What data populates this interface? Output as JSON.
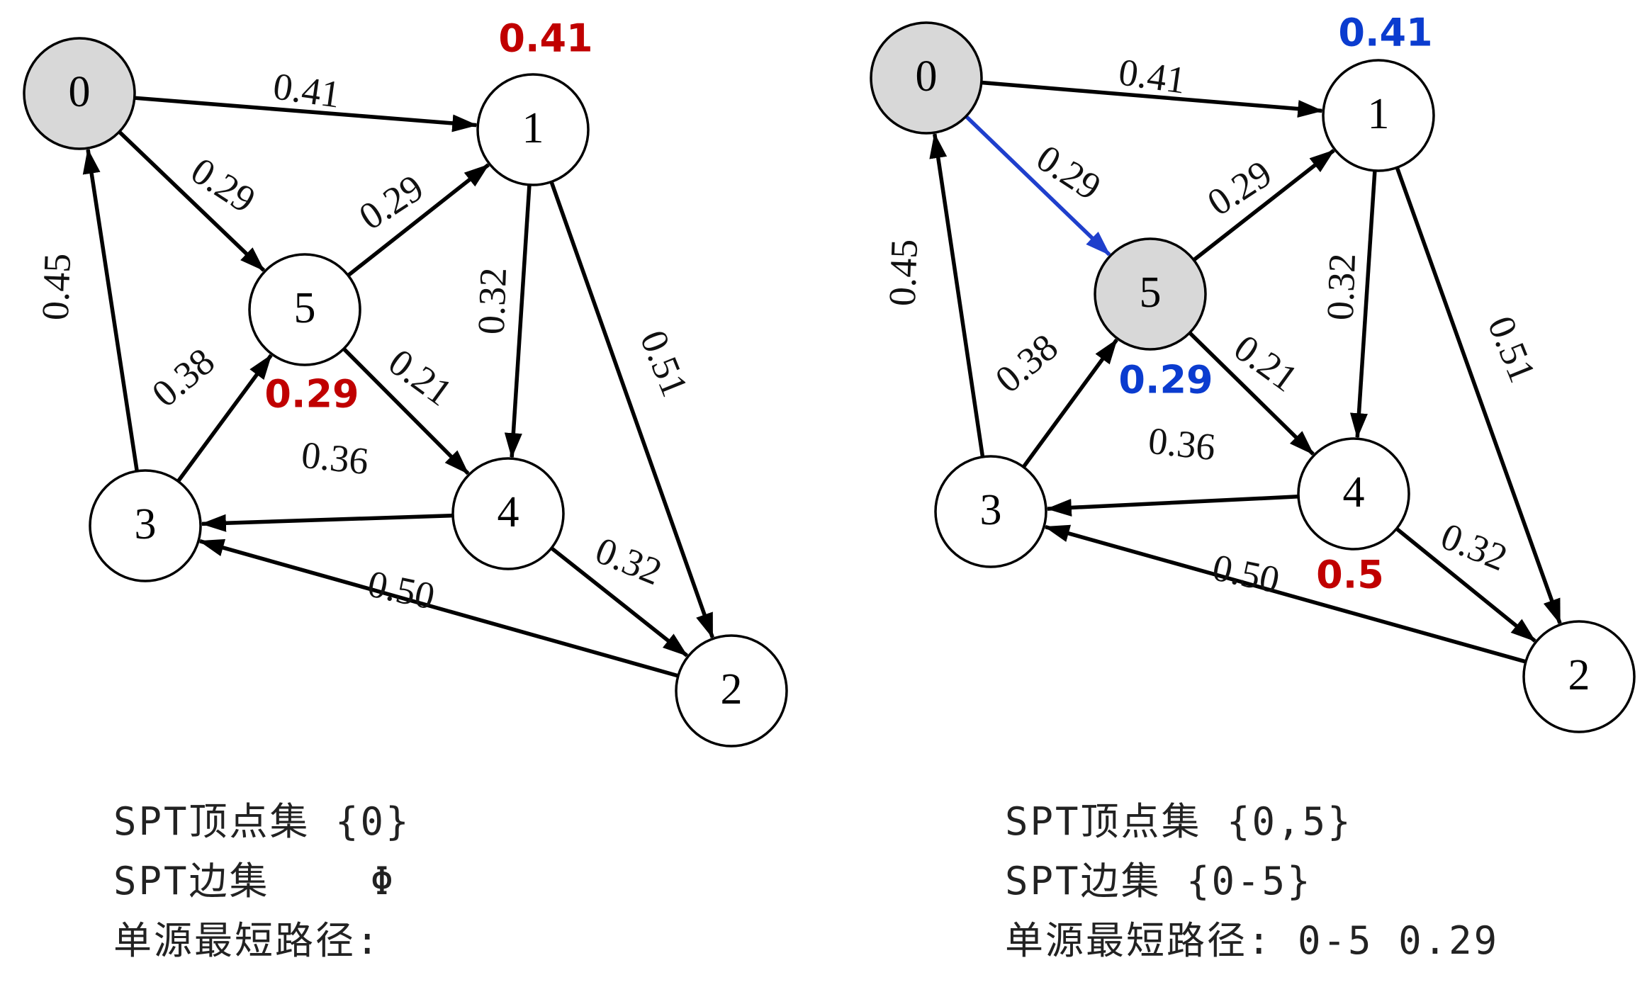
{
  "colors": {
    "node_fill": "#ffffff",
    "visited_fill": "#d8d8d8",
    "edge": "#000000",
    "spt_edge": "#1f3fcc",
    "dist_new": "#c00000",
    "dist_settled": "#0b3ccf"
  },
  "panels": [
    {
      "nodes": [
        {
          "id": "0",
          "visited": true
        },
        {
          "id": "1",
          "visited": false
        },
        {
          "id": "2",
          "visited": false
        },
        {
          "id": "3",
          "visited": false
        },
        {
          "id": "4",
          "visited": false
        },
        {
          "id": "5",
          "visited": false
        }
      ],
      "edges": [
        {
          "from": "0",
          "to": "1",
          "weight": "0.41",
          "spt": false
        },
        {
          "from": "0",
          "to": "5",
          "weight": "0.29",
          "spt": false
        },
        {
          "from": "5",
          "to": "1",
          "weight": "0.29",
          "spt": false
        },
        {
          "from": "1",
          "to": "4",
          "weight": "0.32",
          "spt": false
        },
        {
          "from": "1",
          "to": "2",
          "weight": "0.51",
          "spt": false
        },
        {
          "from": "5",
          "to": "4",
          "weight": "0.21",
          "spt": false
        },
        {
          "from": "3",
          "to": "5",
          "weight": "0.38",
          "spt": false
        },
        {
          "from": "3",
          "to": "0",
          "weight": "0.45",
          "spt": false
        },
        {
          "from": "4",
          "to": "3",
          "weight": "0.36",
          "spt": false
        },
        {
          "from": "4",
          "to": "2",
          "weight": "0.32",
          "spt": false
        },
        {
          "from": "2",
          "to": "3",
          "weight": "0.50",
          "spt": false
        }
      ],
      "distances": [
        {
          "node": "1",
          "value": "0.41",
          "status": "new"
        },
        {
          "node": "5",
          "value": "0.29",
          "status": "new"
        }
      ],
      "info": {
        "vertex_set": "SPT顶点集 {0}",
        "edge_set": "SPT边集    Φ",
        "paths": "单源最短路径:"
      }
    },
    {
      "nodes": [
        {
          "id": "0",
          "visited": true
        },
        {
          "id": "1",
          "visited": false
        },
        {
          "id": "2",
          "visited": false
        },
        {
          "id": "3",
          "visited": false
        },
        {
          "id": "4",
          "visited": false
        },
        {
          "id": "5",
          "visited": true
        }
      ],
      "edges": [
        {
          "from": "0",
          "to": "1",
          "weight": "0.41",
          "spt": false
        },
        {
          "from": "0",
          "to": "5",
          "weight": "0.29",
          "spt": true
        },
        {
          "from": "5",
          "to": "1",
          "weight": "0.29",
          "spt": false
        },
        {
          "from": "1",
          "to": "4",
          "weight": "0.32",
          "spt": false
        },
        {
          "from": "1",
          "to": "2",
          "weight": "0.51",
          "spt": false
        },
        {
          "from": "5",
          "to": "4",
          "weight": "0.21",
          "spt": false
        },
        {
          "from": "3",
          "to": "5",
          "weight": "0.38",
          "spt": false
        },
        {
          "from": "3",
          "to": "0",
          "weight": "0.45",
          "spt": false
        },
        {
          "from": "4",
          "to": "3",
          "weight": "0.36",
          "spt": false
        },
        {
          "from": "4",
          "to": "2",
          "weight": "0.32",
          "spt": false
        },
        {
          "from": "2",
          "to": "3",
          "weight": "0.50",
          "spt": false
        }
      ],
      "distances": [
        {
          "node": "1",
          "value": "0.41",
          "status": "settled"
        },
        {
          "node": "5",
          "value": "0.29",
          "status": "settled"
        },
        {
          "node": "4",
          "value": "0.5",
          "status": "new"
        }
      ],
      "info": {
        "vertex_set": "SPT顶点集 {0,5}",
        "edge_set": "SPT边集 {0-5}",
        "paths": "单源最短路径: 0-5 0.29"
      }
    }
  ]
}
